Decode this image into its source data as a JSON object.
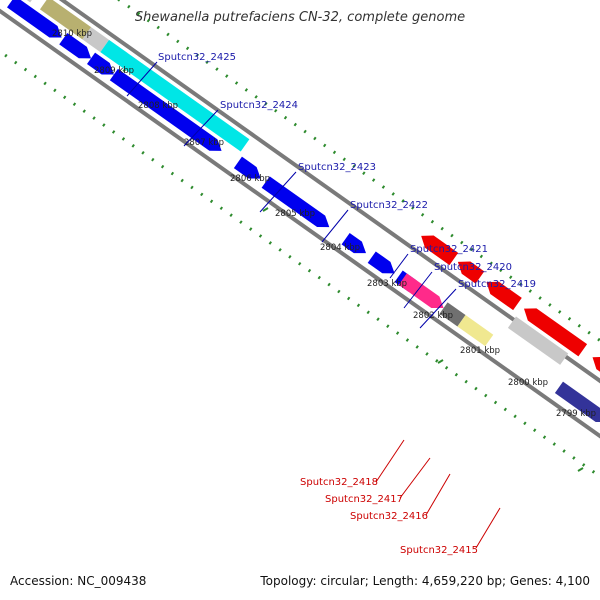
{
  "title": "Shewanella putrefaciens CN-32, complete genome",
  "footer": {
    "accession": "Accession: NC_009438",
    "topology": "Topology: circular; Length: 4,659,220 bp; Genes: 4,100"
  },
  "colors": {
    "background": "#ffffff",
    "backbone": "#888888",
    "tick": "#2e8b2e",
    "forward_gene": "#0000ee",
    "reverse_gene": "#ee0000",
    "forward_label": "#1a1aaa",
    "reverse_label": "#cc0000"
  },
  "scale_labels": [
    "2810 kbp",
    "2809 kbp",
    "2808 kbp",
    "2807 kbp",
    "2806 kbp",
    "2805 kbp",
    "2804 kbp",
    "2803 kbp",
    "2802 kbp",
    "2801 kbp",
    "2800 kbp",
    "2799 kbp"
  ],
  "forward_gene_labels": [
    "Sputcn32_2425",
    "Sputcn32_2424",
    "Sputcn32_2423",
    "Sputcn32_2422",
    "Sputcn32_2421",
    "Sputcn32_2420",
    "Sputcn32_2419"
  ],
  "reverse_gene_labels": [
    "Sputcn32_2418",
    "Sputcn32_2417",
    "Sputcn32_2416",
    "Sputcn32_2415"
  ]
}
